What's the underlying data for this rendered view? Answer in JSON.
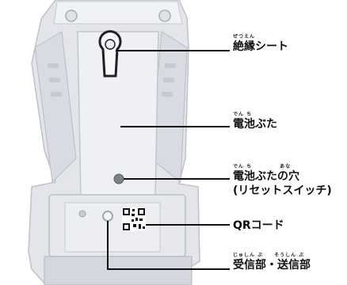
{
  "labels": {
    "insulation_sheet": {
      "ruby": "ぜつえん",
      "text": "絶縁シート"
    },
    "battery_cover": {
      "ruby": "でん ち",
      "text": "電池ぶた"
    },
    "battery_cover_hole": {
      "ruby": "でん ち　　　　　あな",
      "text": "電池ぶたの穴",
      "subtext": "(リセットスイッチ)"
    },
    "qr_code": {
      "text": "QRコード"
    },
    "receiver_transmitter": {
      "ruby": "じゅしん ぶ　　そうしん ぶ",
      "text": "受信部・送信部"
    }
  },
  "colors": {
    "body_light": "#eceef2",
    "body_mid": "#d9dbe1",
    "body_dark": "#b8bbc4",
    "accent_purple": "#3e3a8a",
    "leader_line": "#111111"
  }
}
